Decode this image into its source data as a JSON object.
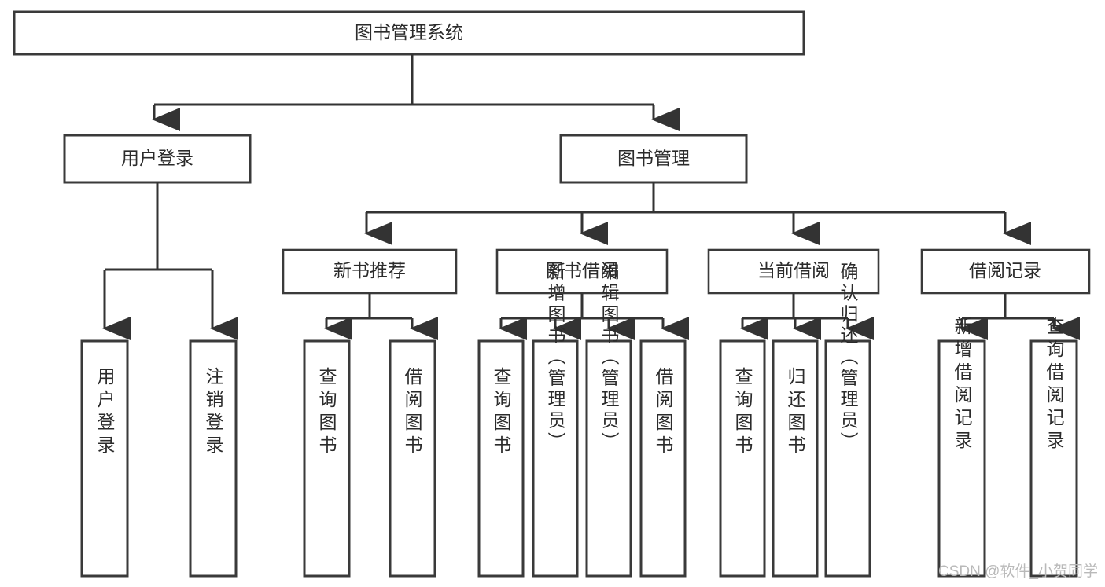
{
  "diagram": {
    "title": "图书管理系统",
    "type": "tree-hierarchy",
    "root": {
      "id": "root",
      "label": "图书管理系统"
    },
    "level2": [
      {
        "id": "user-login",
        "label": "用户登录"
      },
      {
        "id": "book-management",
        "label": "图书管理"
      }
    ],
    "level3": [
      {
        "id": "new-book-recommend",
        "label": "新书推荐",
        "parent": "book-management"
      },
      {
        "id": "book-borrow",
        "label": "图书借阅",
        "parent": "book-management"
      },
      {
        "id": "current-borrow",
        "label": "当前借阅",
        "parent": "book-management"
      },
      {
        "id": "borrow-record",
        "label": "借阅记录",
        "parent": "book-management"
      }
    ],
    "leaves": [
      {
        "id": "leaf-user-login",
        "label": "用户登录",
        "parent": "user-login"
      },
      {
        "id": "leaf-logout",
        "label": "注销登录",
        "parent": "user-login"
      },
      {
        "id": "leaf-query-book-1",
        "label": "查询图书",
        "parent": "new-book-recommend"
      },
      {
        "id": "leaf-borrow-book-1",
        "label": "借阅图书",
        "parent": "new-book-recommend"
      },
      {
        "id": "leaf-query-book-2",
        "label": "查询图书",
        "parent": "book-borrow"
      },
      {
        "id": "leaf-add-book",
        "label": "新增图书（管理员）",
        "parent": "book-borrow"
      },
      {
        "id": "leaf-edit-book",
        "label": "编辑图书（管理员）",
        "parent": "book-borrow"
      },
      {
        "id": "leaf-borrow-book-2",
        "label": "借阅图书",
        "parent": "book-borrow"
      },
      {
        "id": "leaf-query-book-3",
        "label": "查询图书",
        "parent": "current-borrow"
      },
      {
        "id": "leaf-return-book",
        "label": "归还图书",
        "parent": "current-borrow"
      },
      {
        "id": "leaf-confirm-return",
        "label": "确认归还（管理员）",
        "parent": "current-borrow"
      },
      {
        "id": "leaf-add-record",
        "label": "新增借阅记录",
        "parent": "borrow-record"
      },
      {
        "id": "leaf-query-record",
        "label": "查询借阅记录",
        "parent": "borrow-record"
      }
    ]
  },
  "watermark": {
    "text": "CSDN @软件_小贺同学"
  },
  "colors": {
    "box_stroke": "#3a3a3a",
    "connector": "#333333",
    "text": "#2b2b2b",
    "background": "#ffffff",
    "watermark": "#b9b9b9"
  }
}
